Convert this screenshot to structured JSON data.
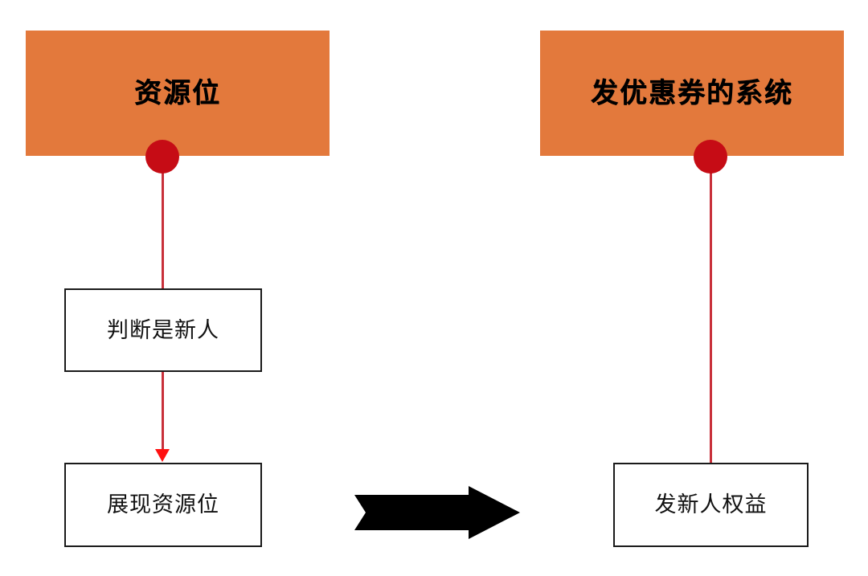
{
  "diagram": {
    "title": "",
    "colors": {
      "system_box_fill": "#E3793C",
      "connector_red": "#C8303A",
      "node_dot_red": "#C60C15",
      "arrow_head_red": "#FF1111",
      "step_box_border": "#1a1a1a",
      "block_arrow_fill": "#000000",
      "background": "#ffffff"
    },
    "left_flow": {
      "system_label": "资源位",
      "steps": [
        {
          "label": "判断是新人"
        },
        {
          "label": "展现资源位"
        }
      ]
    },
    "right_flow": {
      "system_label": "发优惠券的系统",
      "steps": [
        {
          "label": "发新人权益"
        }
      ]
    },
    "transition": {
      "icon": "right-block-arrow",
      "label": ""
    }
  }
}
